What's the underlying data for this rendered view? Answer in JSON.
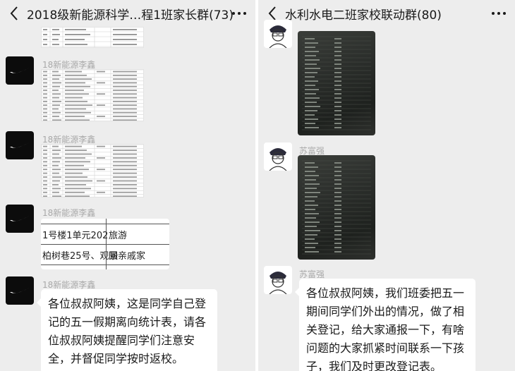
{
  "left": {
    "title": "2018级新能源科学…程1班家长群(73)",
    "sender_name": "18新能源李鑫",
    "avatar_icon": "nike-swoosh-icon",
    "image_message": {
      "cells": [
        "1号楼1单元202",
        "旅游",
        "柏树巷25号、观景",
        "回亲戚家"
      ]
    },
    "text_message": "各位叔叔阿姨，这是同学自己登记的五一假期离向统计表，请各位叔叔阿姨提醒同学们注意安全，并督促同学按时返校。"
  },
  "right": {
    "title": "水利水电二班家校联动群(80)",
    "sender_name": "苏富强",
    "avatar_icon": "sketch-portrait-icon",
    "text_message": "各位叔叔阿姨，我们班委把五一期间同学们外出的情况，做了相关登记，给大家通报一下，有啥问题的大家抓紧时间联系一下孩子，我们及时更改登记表。"
  },
  "colors": {
    "chat_background": "#ededed",
    "bubble": "#ffffff",
    "sender_name": "#a9a9a9",
    "title_text": "#191919"
  }
}
